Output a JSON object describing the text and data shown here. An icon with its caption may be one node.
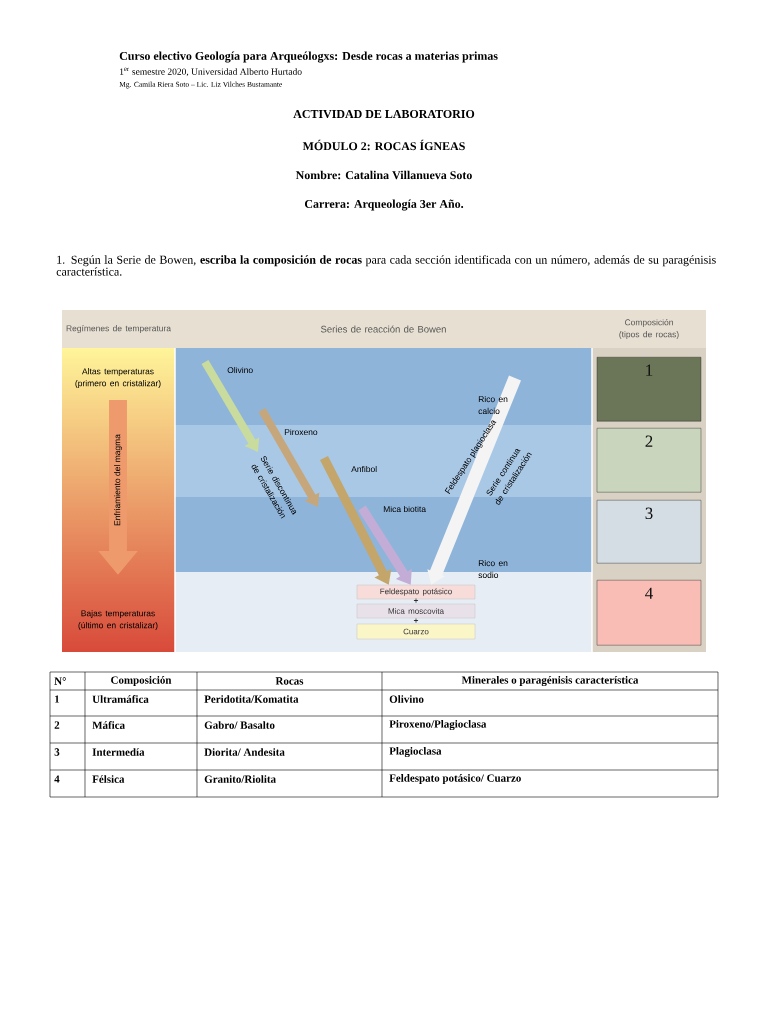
{
  "diagram": {
    "title": "Curso electivo Geología para Arqueólogxs: Desde rocas a materias primas",
    "nodes": [
      {
        "text": [
          "Regímenes de temperatura"
        ]
      },
      {
        "text": [
          "Series de reacción de Bowen"
        ]
      },
      {
        "text": [
          "Composición (tipos de rocas)"
        ]
      },
      {
        "text": [
          "1"
        ]
      },
      {
        "text": [
          "2"
        ]
      },
      {
        "text": [
          "3"
        ]
      },
      {
        "text": [
          "4"
        ]
      },
      {
        "text": [
          "Feldespato potásico"
        ]
      },
      {
        "text": [
          "Mica moscovita"
        ]
      },
      {
        "text": [
          "Cuarzo"
        ]
      }
    ],
    "edges": [
      {
        "from": null,
        "to": 7,
        "arrow": "to",
        "label": "Anfibol",
        "color": "#c4a56a"
      },
      {
        "from": null,
        "to": 7,
        "arrow": "to",
        "label": "Mica biotita",
        "color": "#c3add6"
      },
      {
        "from": null,
        "to": 7,
        "arrow": "to",
        "label": "Feldespato plagioclasa",
        "color": "#f4f4f4"
      }
    ],
    "labels": [
      "1$^{er}$ semestre 2020, Universidad Alberto Hurtado",
      "Mg. Camila Riera Soto – Lic. Liz Vilches Bustamante",
      "ACTIVIDAD DE LABORATORIO",
      "MÓDULO 2: ROCAS ÍGNEAS",
      "Nombre: Catalina Villanueva Soto",
      "Carrera: Arqueología 3er Año.",
      "1. Según la Serie de Bowen, **escriba la composición de rocas** para cada sección identificada con un número, además de su paragénisis característica.",
      "Altas temperaturas (primero en cristalizar)",
      "Enfriamiento del magma",
      "Bajas temperaturas (último en cristalizar)",
      "Olivino",
      "Piroxeno",
      "Serie discontinua de cristalización",
      "Rico en calcio",
      "Serie continua de cristalización",
      "Rico en sodio",
      "+",
      "+",
      "N°",
      "Composición",
      "Rocas",
      "Minerales o paragénisis característica",
      "1",
      "Ultramáfica",
      "Peridotita/Komatita",
      "Olivino",
      "2",
      "Máfica",
      "Gabro/ Basalto",
      "Piroxeno/Plagioclasa",
      "3",
      "Intermedía",
      "Diorita/ Andesita",
      "Plagioclasa",
      "4",
      "Félsica",
      "Granito/Riolita",
      "Feldespato potásico/ Cuarzo"
    ]
  }
}
